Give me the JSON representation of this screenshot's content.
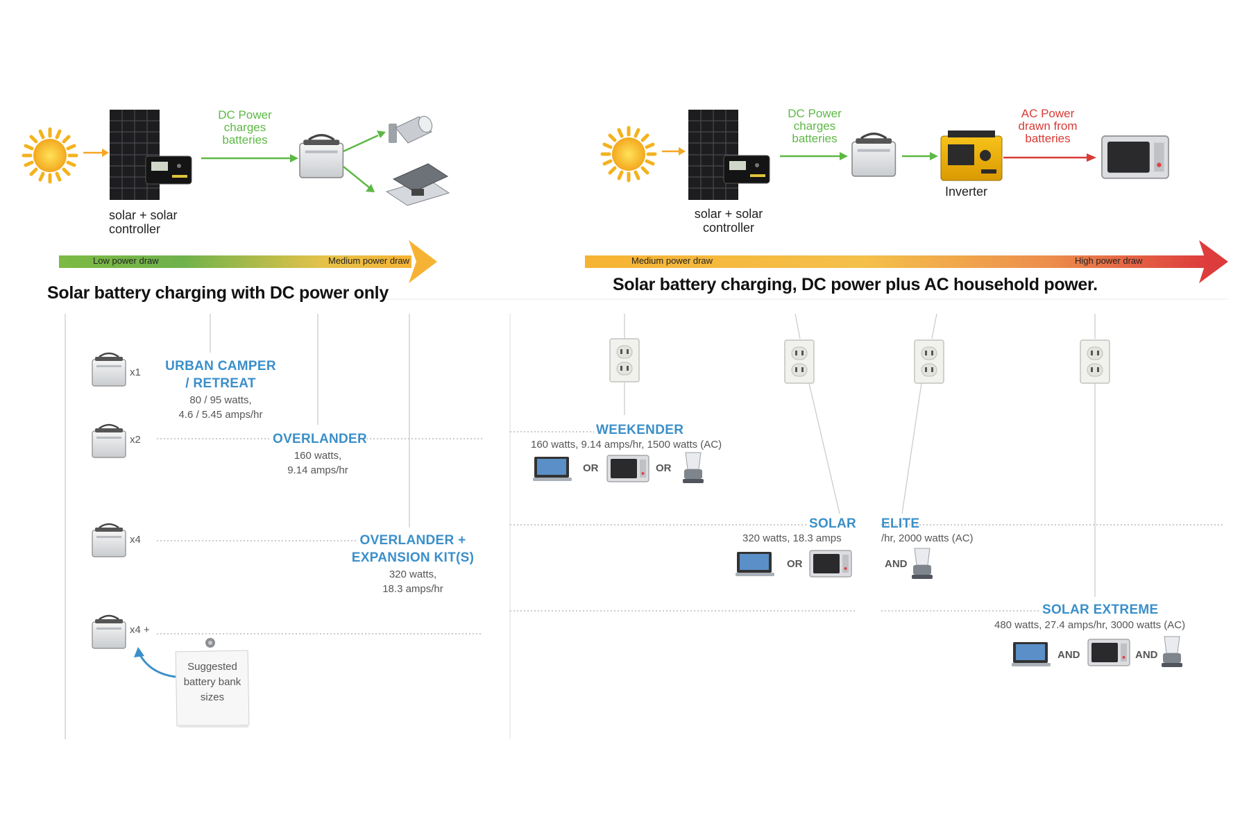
{
  "left_panel": {
    "flow": {
      "dc_power_label": "DC Power\ncharges\nbatteries",
      "solar_caption": "solar + solar\ncontroller"
    },
    "power_bar": {
      "left_label": "Low power draw",
      "right_label": "Medium power draw"
    },
    "title": "Solar battery charging with DC power only"
  },
  "right_panel": {
    "flow": {
      "dc_power_label": "DC Power\ncharges\nbatteries",
      "ac_power_label": "AC Power\ndrawn from\nbatteries",
      "inverter_label": "Inverter",
      "solar_caption": "solar + solar\ncontroller"
    },
    "power_bar": {
      "left_label": "Medium power draw",
      "right_label": "High power draw"
    },
    "title": "Solar battery charging, DC power plus AC household power."
  },
  "battery_banks": [
    {
      "multiplier": "x1"
    },
    {
      "multiplier": "x2"
    },
    {
      "multiplier": "x4"
    },
    {
      "multiplier": "x4 +"
    }
  ],
  "note": {
    "text": "Suggested\nbattery bank\nsizes"
  },
  "packages": {
    "urban_camper": {
      "name": "URBAN CAMPER\n/ RETREAT",
      "specs": "80 / 95 watts,\n4.6 / 5.45 amps/hr"
    },
    "overlander": {
      "name": "OVERLANDER",
      "specs": "160 watts,\n9.14 amps/hr"
    },
    "overlander_expansion": {
      "name": "OVERLANDER +\nEXPANSION KIT(S)",
      "specs": "320 watts,\n18.3 amps/hr"
    },
    "weekender": {
      "name": "WEEKENDER",
      "specs": "160 watts, 9.14 amps/hr, 1500 watts (AC)",
      "conj1": "OR",
      "conj2": "OR"
    },
    "solar": {
      "name": "SOLAR",
      "specs": "320 watts, 18.3 amps",
      "conj1": "OR"
    },
    "elite": {
      "name": "ELITE",
      "specs": "/hr, 2000 watts (AC)",
      "conj1": "AND"
    },
    "solar_extreme": {
      "name": "SOLAR EXTREME",
      "specs": "480 watts, 27.4 amps/hr, 3000 watts (AC)",
      "conj1": "AND",
      "conj2": "AND"
    }
  },
  "colors": {
    "accent_blue": "#3a8fc9",
    "dc_green": "#5db845",
    "ac_red": "#d83a34",
    "arrow_orange": "#f5a623"
  },
  "icons": [
    "sun-icon",
    "solar-panel-icon",
    "solar-controller-icon",
    "battery-icon",
    "light-fixture-icon",
    "roof-vent-icon",
    "inverter-icon",
    "microwave-icon",
    "outlet-icon",
    "laptop-icon",
    "blender-icon",
    "pushpin-icon"
  ]
}
